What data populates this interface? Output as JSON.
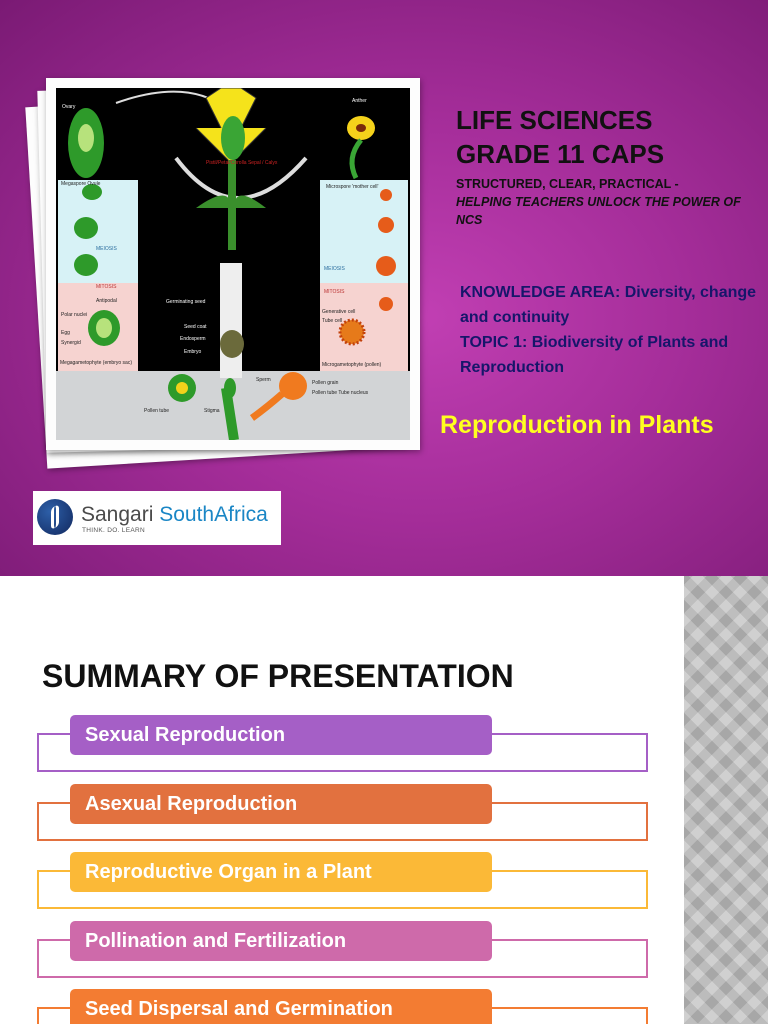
{
  "slide1": {
    "title_line1": "LIFE SCIENCES",
    "title_line2": "GRADE 11 CAPS",
    "subtitle_plain": "STRUCTURED, CLEAR, PRACTICAL -",
    "subtitle_italic": "HELPING TEACHERS UNLOCK THE POWER OF NCS",
    "knowledge_area": "KNOWLEDGE AREA:  Diversity, change and continuity",
    "topic": "TOPIC 1: Biodiversity of Plants and Reproduction",
    "heading": "Reproduction in Plants",
    "logo": {
      "name_part1": "Sangari",
      "name_part2": "SouthAfrica",
      "tagline": "THINK. DO. LEARN"
    },
    "diagram_labels": {
      "ovary": "Ovary",
      "anther": "Anther",
      "legend": "Pistil/Petal/Corolla Sepal / Calyx",
      "microspore_ovule": "Megaspore Ovule",
      "meiosis_left": "MEIOSIS",
      "mitosis_left": "MITOSIS",
      "microspore": "Microspore 'mother cell'",
      "meiosis_right": "MEIOSIS",
      "mitosis_right": "MITOSIS",
      "antipodal": "Antipodal",
      "polar": "Polar nuclei",
      "egg": "Egg",
      "synergid": "Synergid",
      "germinating": "Germinating seed",
      "seed_coat": "Seed coat",
      "endosperm": "Endosperm",
      "embryo": "Embryo",
      "generative": "Generative cell",
      "tube_cell": "Tube cell",
      "megagametophyte": "Megagametophyte (embryo sac)",
      "microgametophyte": "Microgametophyte (pollen)",
      "sperm": "Sperm",
      "pollen_tube": "Pollen tube",
      "stigma": "Stigma",
      "pollen_grain": "Pollen grain",
      "pollen_tube_nucleus": "Pollen tube Tube nucleus"
    },
    "colors": {
      "background": "#a42d99",
      "heading": "#ffff1f",
      "knowledge": "#16166a"
    }
  },
  "slide2": {
    "title": "SUMMARY OF PRESENTATION",
    "items": [
      {
        "label": "Sexual Reproduction",
        "color": "#a55fc6"
      },
      {
        "label": "Asexual Reproduction",
        "color": "#e2713f"
      },
      {
        "label": "Reproductive Organ in a Plant",
        "color": "#fbb937"
      },
      {
        "label": "Pollination and Fertilization",
        "color": "#ce6aaa"
      },
      {
        "label": "Seed Dispersal and Germination",
        "color": "#f37c32"
      }
    ]
  }
}
